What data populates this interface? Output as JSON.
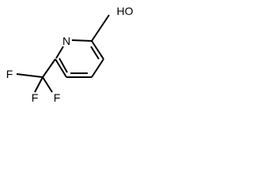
{
  "structure": {
    "atoms": {
      "nitrogen": "N",
      "hydroxyl": "HO",
      "fluorine_top": "F",
      "fluorine_left": "F",
      "fluorine_bottom": "F"
    }
  }
}
